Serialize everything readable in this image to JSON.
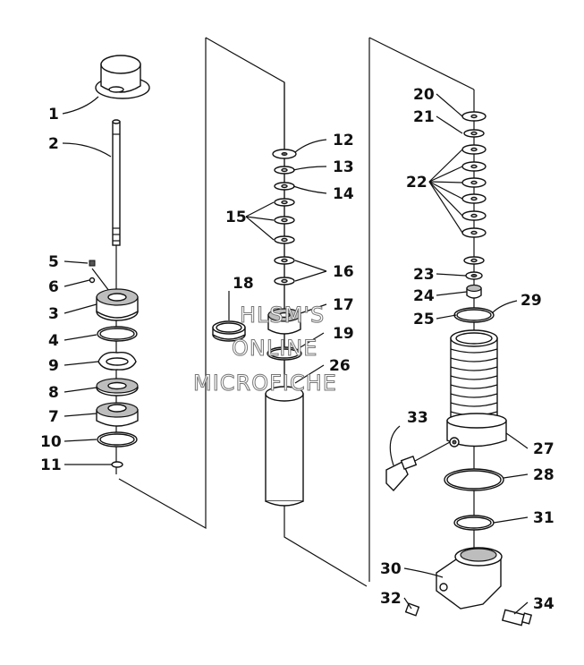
{
  "callouts": [
    "1",
    "2",
    "3",
    "4",
    "5",
    "6",
    "7",
    "8",
    "9",
    "10",
    "11",
    "12",
    "13",
    "14",
    "15",
    "16",
    "17",
    "18",
    "19",
    "20",
    "21",
    "22",
    "23",
    "24",
    "25",
    "26",
    "27",
    "28",
    "29",
    "30",
    "31",
    "32",
    "33",
    "34"
  ],
  "watermark": {
    "line1": "HLSM'S",
    "line2": "ONLINE",
    "line3": "MICROFICHE"
  }
}
